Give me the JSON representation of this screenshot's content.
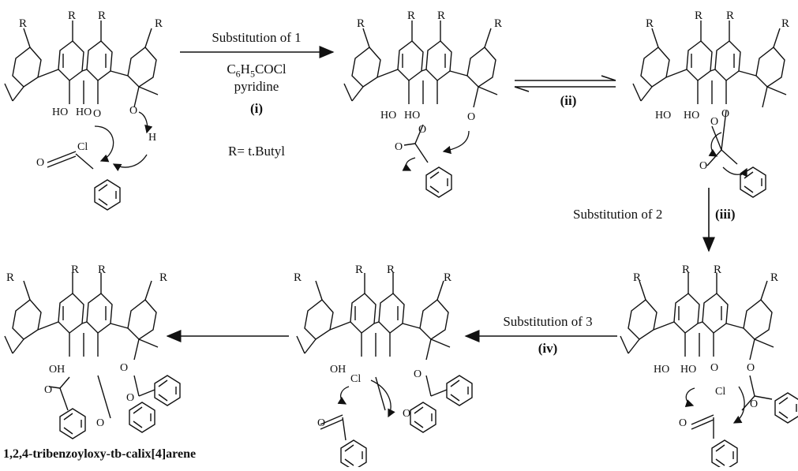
{
  "molecules": {
    "substituent_label": "R",
    "hydroxyl_label": "HO",
    "hydroxyl_label_alt": "OH",
    "oxygen_label": "O",
    "hydrogen_label": "H",
    "chlorine_label": "Cl"
  },
  "steps": {
    "step1_title": "Substitution of 1",
    "step1_reagent": "C6H5COCl",
    "step1_base": "pyridine",
    "step1_number": "(i)",
    "r_definition": "R= t.Butyl",
    "step2_number": "(ii)",
    "step3_title": "Substitution of 2",
    "step3_number": "(iii)",
    "step4_title": "Substitution of 3",
    "step4_number": "(iv)"
  },
  "product": {
    "name": "1,2,4-tribenzoyloxy-tb-calix[4]arene"
  }
}
